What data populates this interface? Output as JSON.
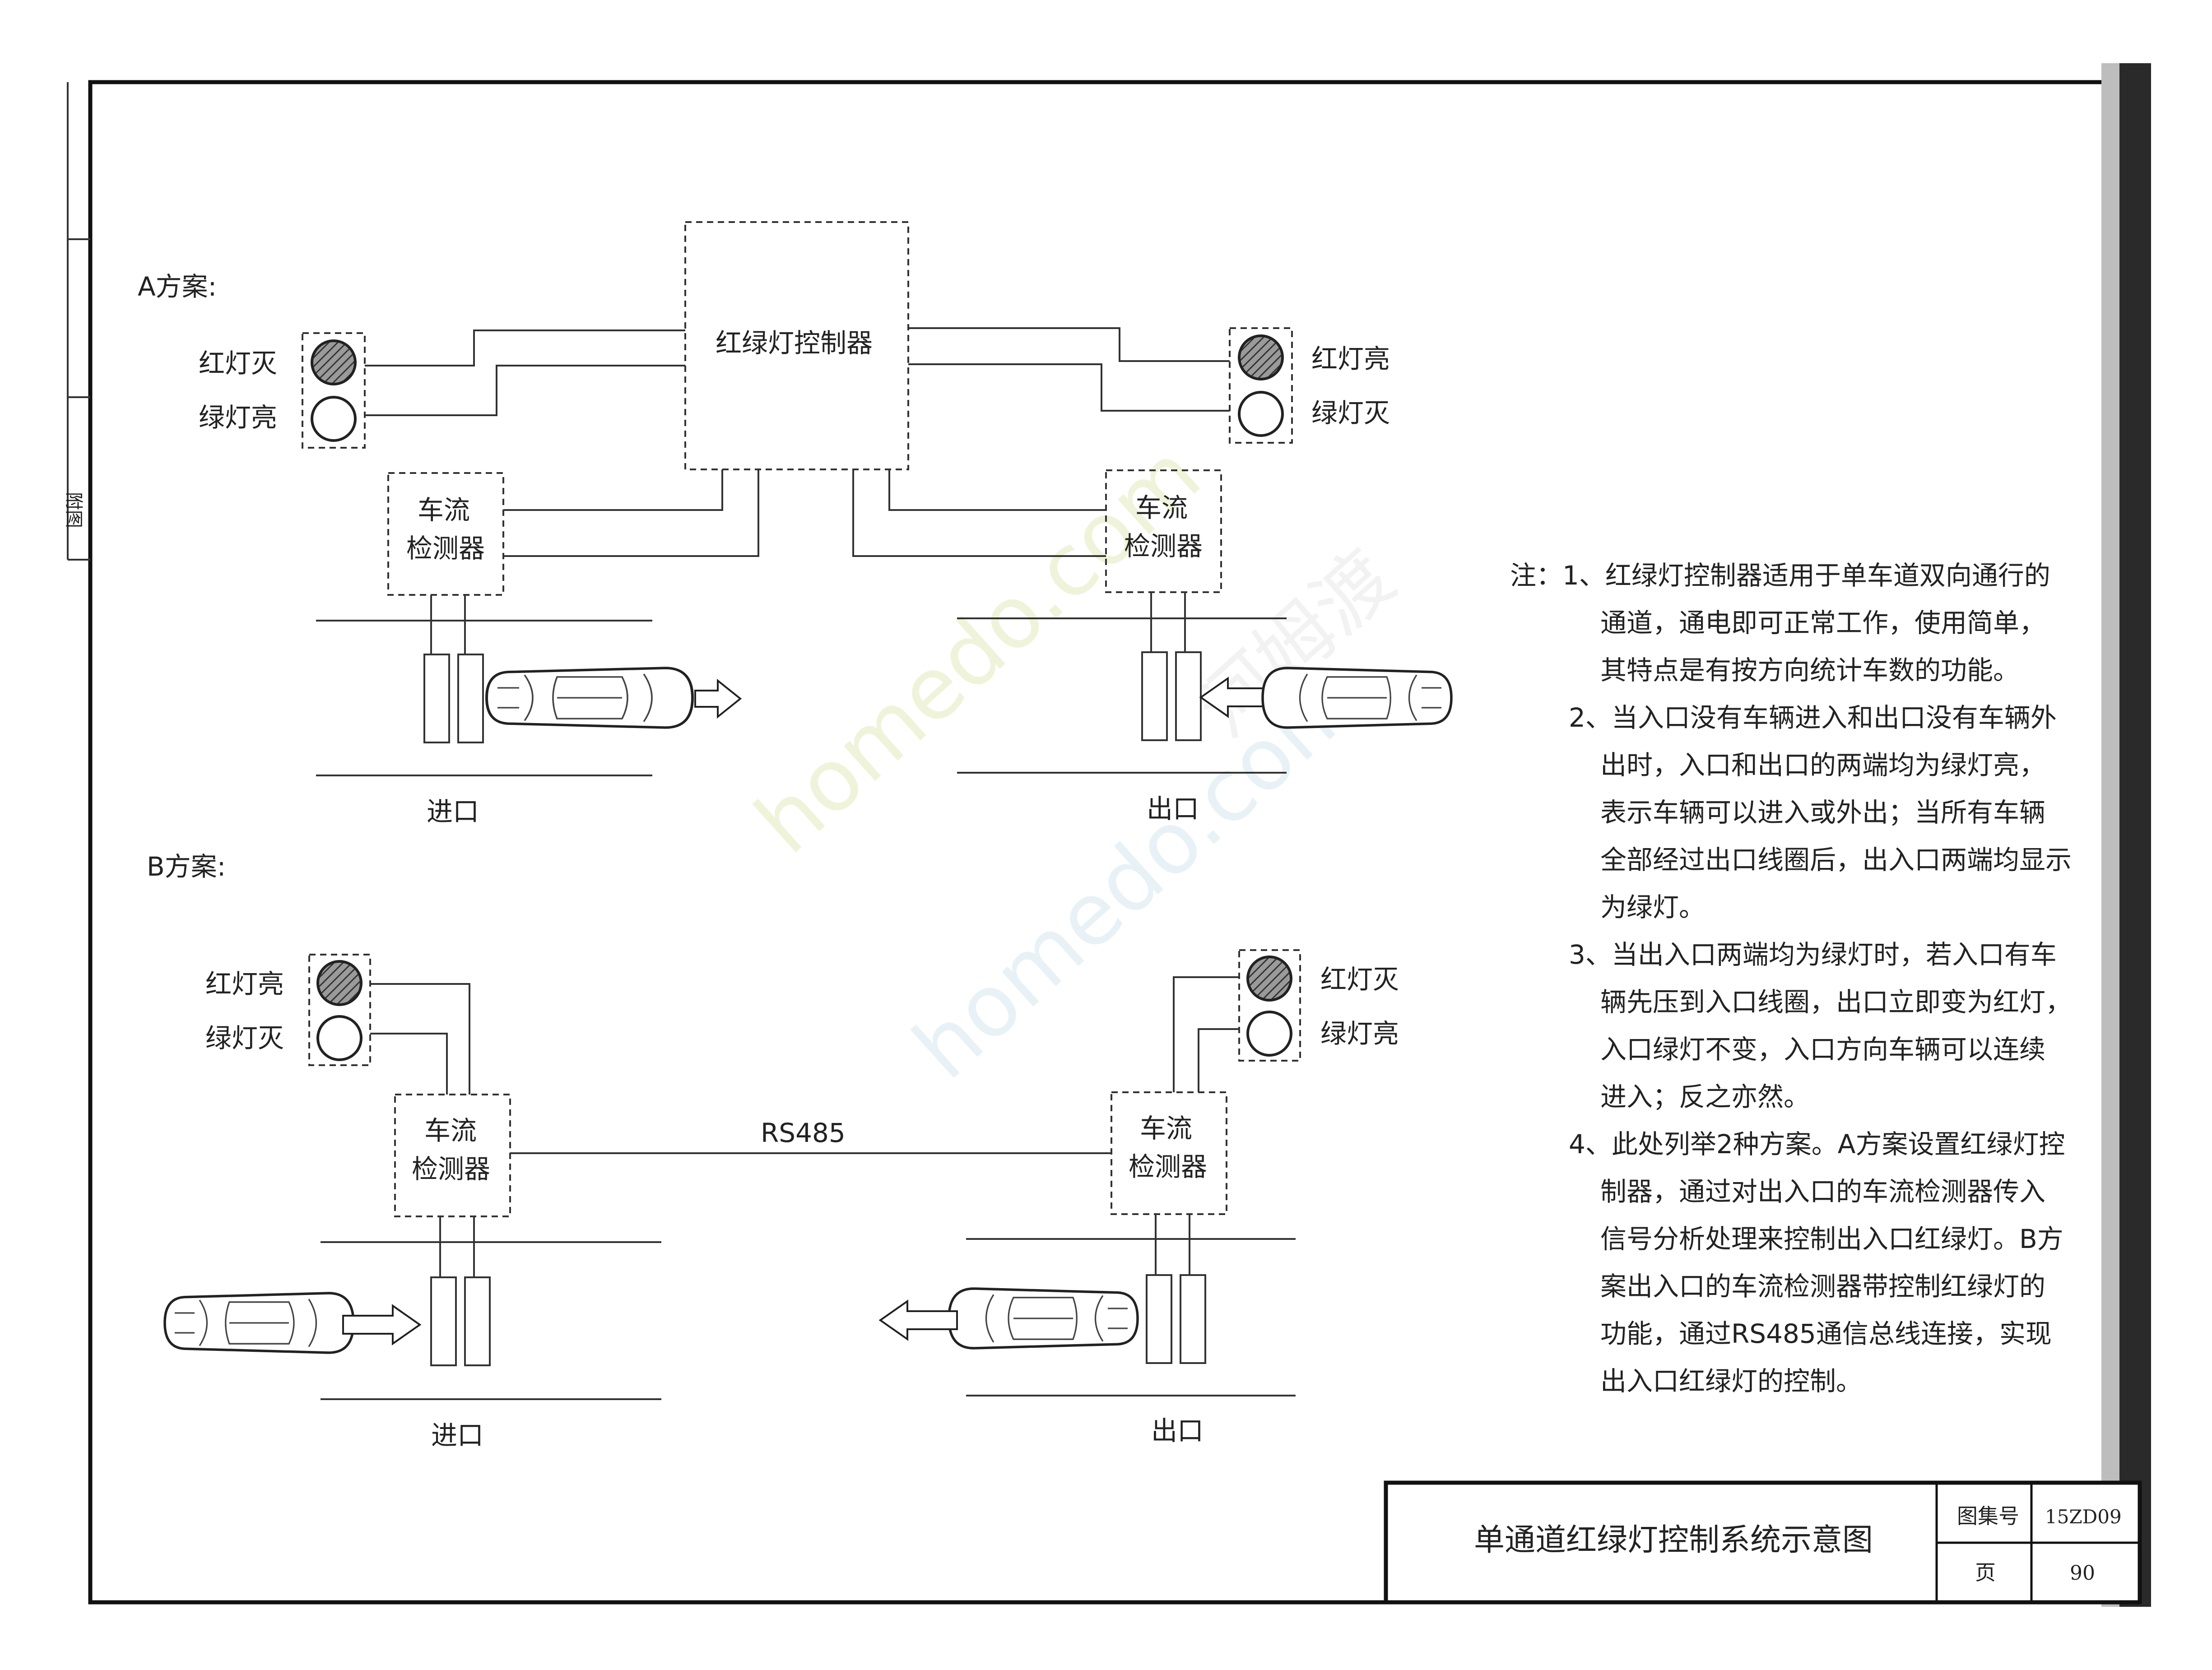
{
  "plan_a": {
    "title": "A方案:",
    "controller": "红绿灯控制器",
    "left_red": "红灯灭",
    "left_green": "绿灯亮",
    "right_red": "红灯亮",
    "right_green": "绿灯灭",
    "detector_line1": "车流",
    "detector_line2": "检测器",
    "entry": "进口",
    "exit": "出口"
  },
  "plan_b": {
    "title": "B方案:",
    "left_red": "红灯亮",
    "left_green": "绿灯灭",
    "right_red": "红灯灭",
    "right_green": "绿灯亮",
    "detector_line1": "车流",
    "detector_line2": "检测器",
    "bus": "RS485",
    "entry": "进口",
    "exit": "出口"
  },
  "notes": {
    "lines": [
      "注：1、红绿灯控制器适用于单车道双向通行的",
      "通道，通电即可正常工作，使用简单，",
      "其特点是有按方向统计车数的功能。",
      "2、当入口没有车辆进入和出口没有车辆外",
      "出时，入口和出口的两端均为绿灯亮，",
      "表示车辆可以进入或外出；当所有车辆",
      "全部经过出口线圈后，出入口两端均显示",
      "为绿灯。",
      "3、当出入口两端均为绿灯时，若入口有车",
      "辆先压到入口线圈，出口立即变为红灯，",
      "入口绿灯不变，入口方向车辆可以连续",
      "进入；反之亦然。",
      "4、此处列举2种方案。A方案设置红绿灯控",
      "制器，通过对出入口的车流检测器传入",
      "信号分析处理来控制出入口红绿灯。B方",
      "案出入口的车流检测器带控制红绿灯的",
      "功能，通过RS485通信总线连接，实现",
      "出入口红绿灯的控制。"
    ]
  },
  "title_block": {
    "drawing_title": "单通道红绿灯控制系统示意图",
    "atlas_label": "图集号",
    "atlas_no": "15ZD09",
    "page_label": "页",
    "page_no": "90"
  },
  "side_strip": {
    "label": "附图"
  },
  "watermark": {
    "text1": "homedo.com",
    "text2": "河姆渡"
  },
  "colors": {
    "ink": "#222222",
    "frame": "#111111",
    "watermark": "#e9f0d0"
  }
}
